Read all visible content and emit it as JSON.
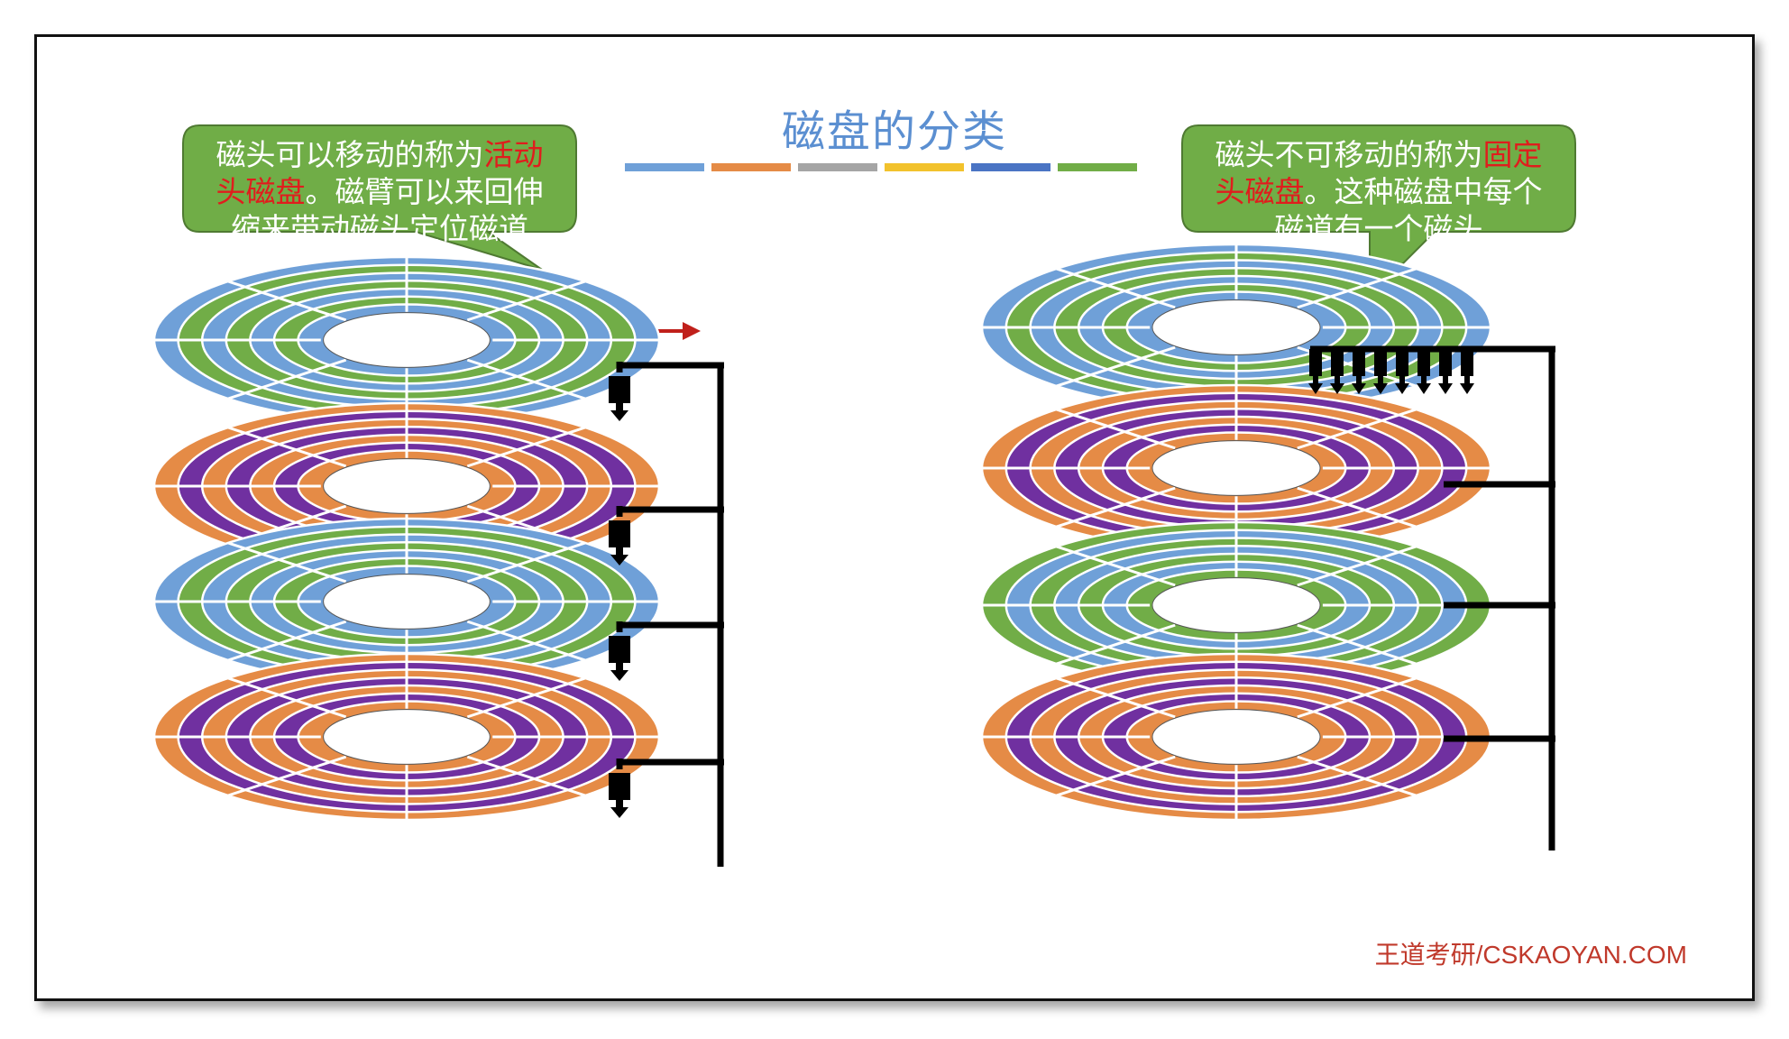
{
  "title": "磁盘的分类",
  "title_bar_colors": [
    "#6fa0d8",
    "#e58b46",
    "#a5a5a5",
    "#f2c22c",
    "#4a74c4",
    "#71ad47"
  ],
  "left_callout": {
    "prefix": "磁头可以移动的称为",
    "highlight": "活动头磁盘",
    "suffix": "。磁臂可以来回伸缩来带动磁头定位磁道",
    "lines": [
      {
        "parts": [
          "磁头可以移动的称为",
          "活动"
        ],
        "hl": [
          false,
          true
        ]
      },
      {
        "parts": [
          "头磁盘",
          "。磁臂可以来回伸"
        ],
        "hl": [
          true,
          false
        ]
      },
      {
        "parts": [
          "缩来带动磁头定位磁道"
        ],
        "hl": [
          false
        ]
      }
    ]
  },
  "right_callout": {
    "prefix": "磁头不可移动的称为",
    "highlight": "固定头磁盘",
    "suffix": "。这种磁盘中每个磁道有一个磁头",
    "lines": [
      {
        "parts": [
          "磁头不可移动的称为",
          "固定"
        ],
        "hl": [
          false,
          true
        ]
      },
      {
        "parts": [
          "头磁盘",
          "。这种磁盘中每个"
        ],
        "hl": [
          true,
          false
        ]
      },
      {
        "parts": [
          "磁道有一个磁头"
        ],
        "hl": [
          false
        ]
      }
    ]
  },
  "credit": "王道考研/CSKAOYAN.COM",
  "colors": {
    "callout_fill": "#70ad47",
    "callout_border": "#4f7a32",
    "highlight_text": "#e01d1d",
    "arrow": "#c0201b",
    "platter_blue": "#6fa0d8",
    "platter_green": "#71ad47",
    "platter_orange": "#e58b46",
    "platter_purple": "#7030a0",
    "arm": "#000000"
  }
}
